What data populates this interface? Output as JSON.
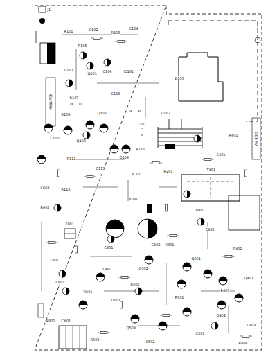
{
  "diagram": {
    "labels": [
      "J1",
      "R101",
      "C102",
      "R103",
      "C104",
      "R105",
      "Q101",
      "C106",
      "D101",
      "IC101",
      "R107",
      "C108",
      "Q102",
      "R109",
      "C110",
      "Q103",
      "Q104",
      "R111",
      "D102",
      "L101",
      "R112",
      "C113",
      "IC201",
      "R201",
      "T401",
      "C401",
      "R401",
      "D401",
      "C402",
      "R402",
      "Q401",
      "R403",
      "Q402",
      "C403",
      "R404",
      "Q501",
      "R501",
      "C501",
      "Q502",
      "R502",
      "D501",
      "Q503",
      "C502",
      "R503",
      "Q601",
      "R601",
      "C601",
      "F801",
      "C801",
      "C802",
      "R801",
      "IC801",
      "L801",
      "R802",
      "CN01",
      "R602",
      "C603",
      "R113",
      "D103",
      "MAIN PCB",
      "SIDE AV"
    ]
  }
}
